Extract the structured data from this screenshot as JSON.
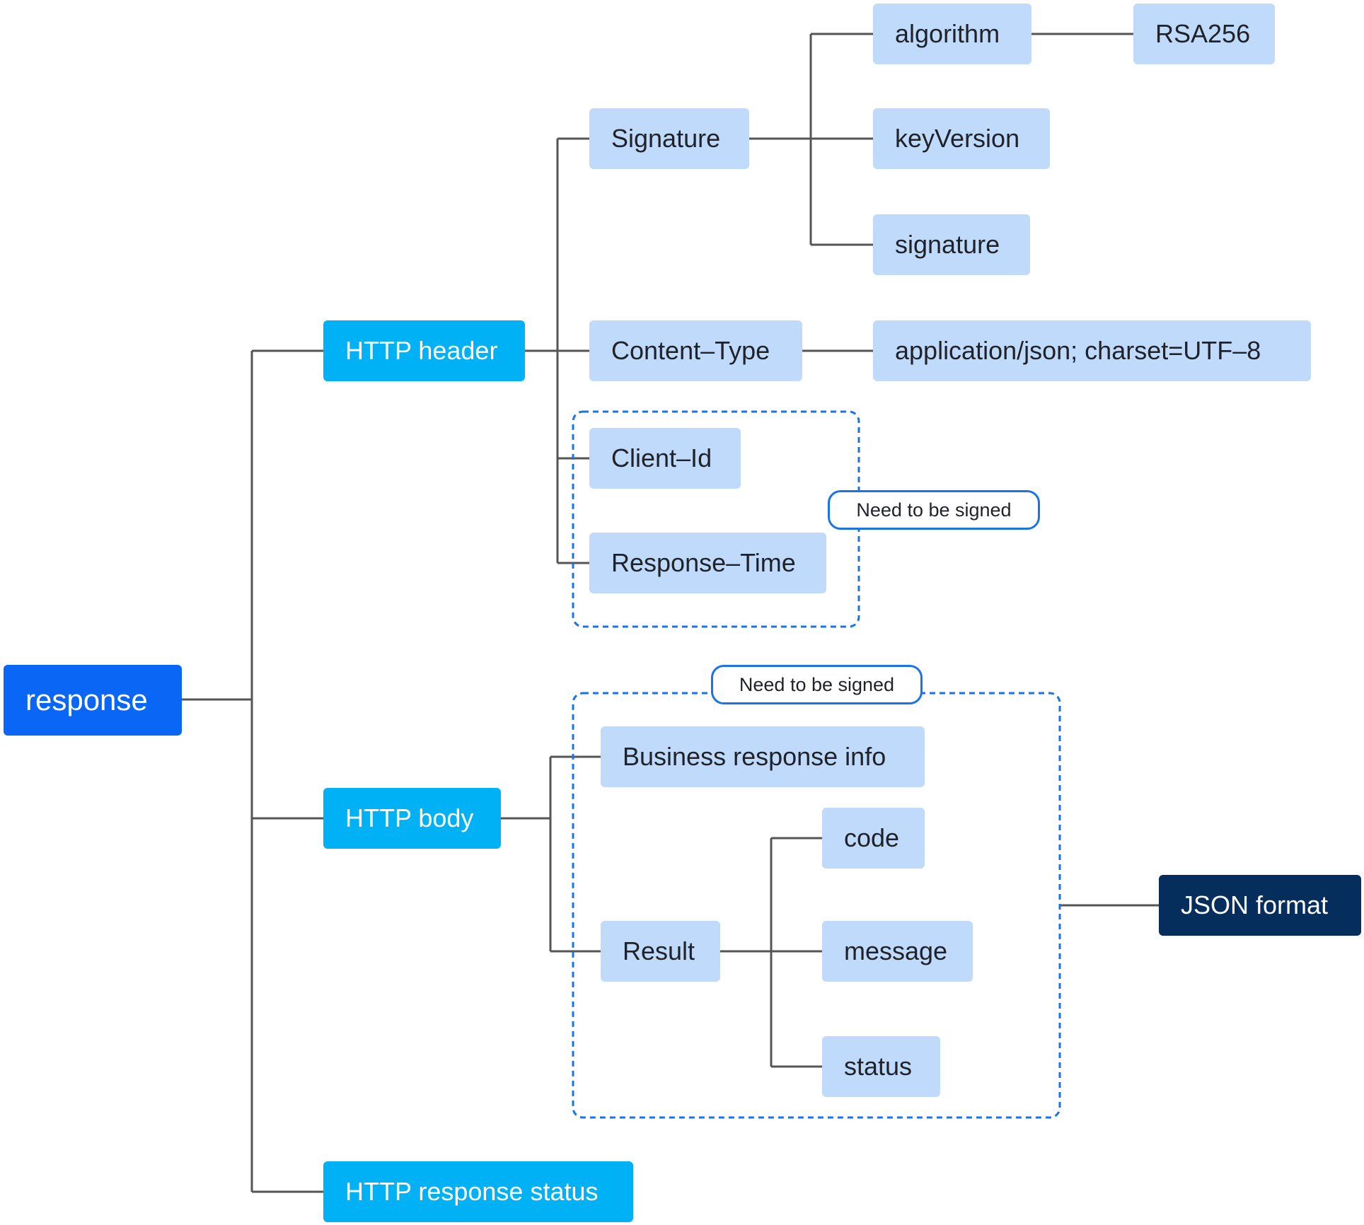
{
  "diagram": {
    "root": "response",
    "level1": {
      "header": "HTTP header",
      "body": "HTTP body",
      "status": "HTTP response status"
    },
    "header_children": {
      "signature": "Signature",
      "content_type": "Content–Type",
      "client_id": "Client–Id",
      "response_time": "Response–Time"
    },
    "signature_children": {
      "algorithm": "algorithm",
      "key_version": "keyVersion",
      "signature": "signature"
    },
    "algorithm_value": "RSA256",
    "content_type_value": "application/json; charset=UTF–8",
    "body_children": {
      "business_info": "Business response info",
      "result": "Result"
    },
    "result_children": {
      "code": "code",
      "message": "message",
      "status": "status"
    },
    "format": "JSON format",
    "signed_tag_header": "Need to be signed",
    "signed_tag_body": "Need to be signed"
  },
  "colors": {
    "root": "#0a66f5",
    "level1": "#00b2f5",
    "leaf": "#bfdafb",
    "format": "#052e5c",
    "connector": "#555555",
    "dashed_group": "#1a73e8"
  }
}
